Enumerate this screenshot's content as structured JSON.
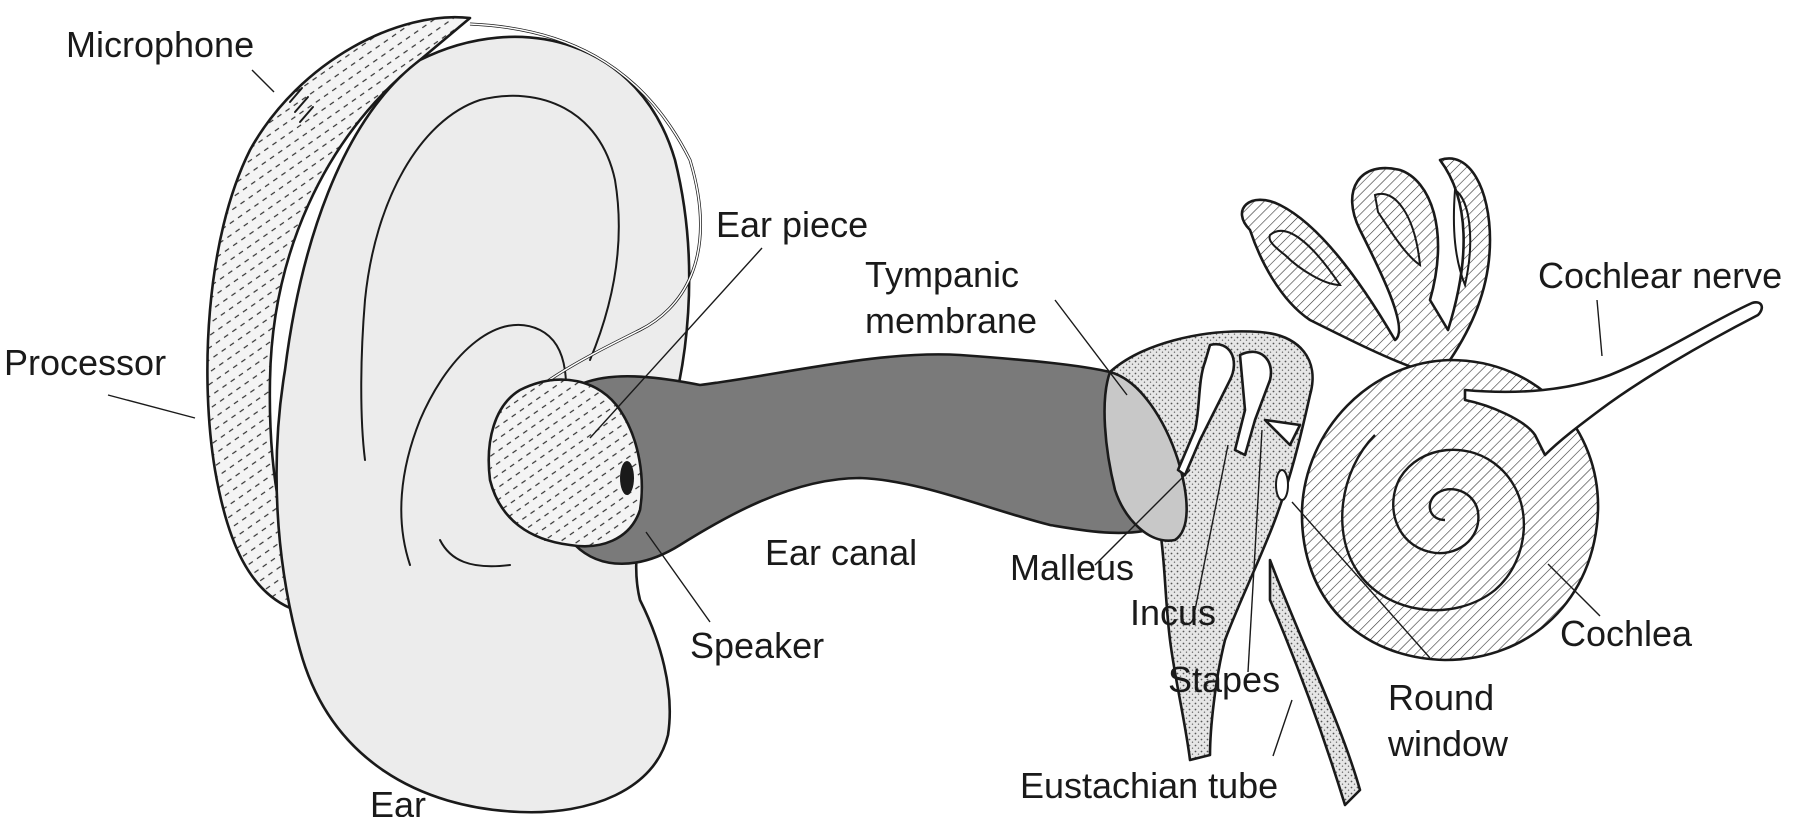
{
  "diagram": {
    "labels": {
      "microphone": "Microphone",
      "processor": "Processor",
      "ear": "Ear",
      "ear_piece": "Ear piece",
      "tympanic_membrane_line1": "Tympanic",
      "tympanic_membrane_line2": "membrane",
      "ear_canal": "Ear canal",
      "speaker": "Speaker",
      "malleus": "Malleus",
      "incus": "Incus",
      "stapes": "Stapes",
      "eustachian_tube": "Eustachian tube",
      "round_window_line1": "Round",
      "round_window_line2": "window",
      "cochlea": "Cochlea",
      "cochlear_nerve": "Cochlear nerve"
    },
    "colors": {
      "ear_fill": "#ececec",
      "canal_fill": "#7a7a7a",
      "membrane_fill": "#c8c8c8",
      "outline": "#1a1a1a",
      "background": "#ffffff"
    }
  }
}
